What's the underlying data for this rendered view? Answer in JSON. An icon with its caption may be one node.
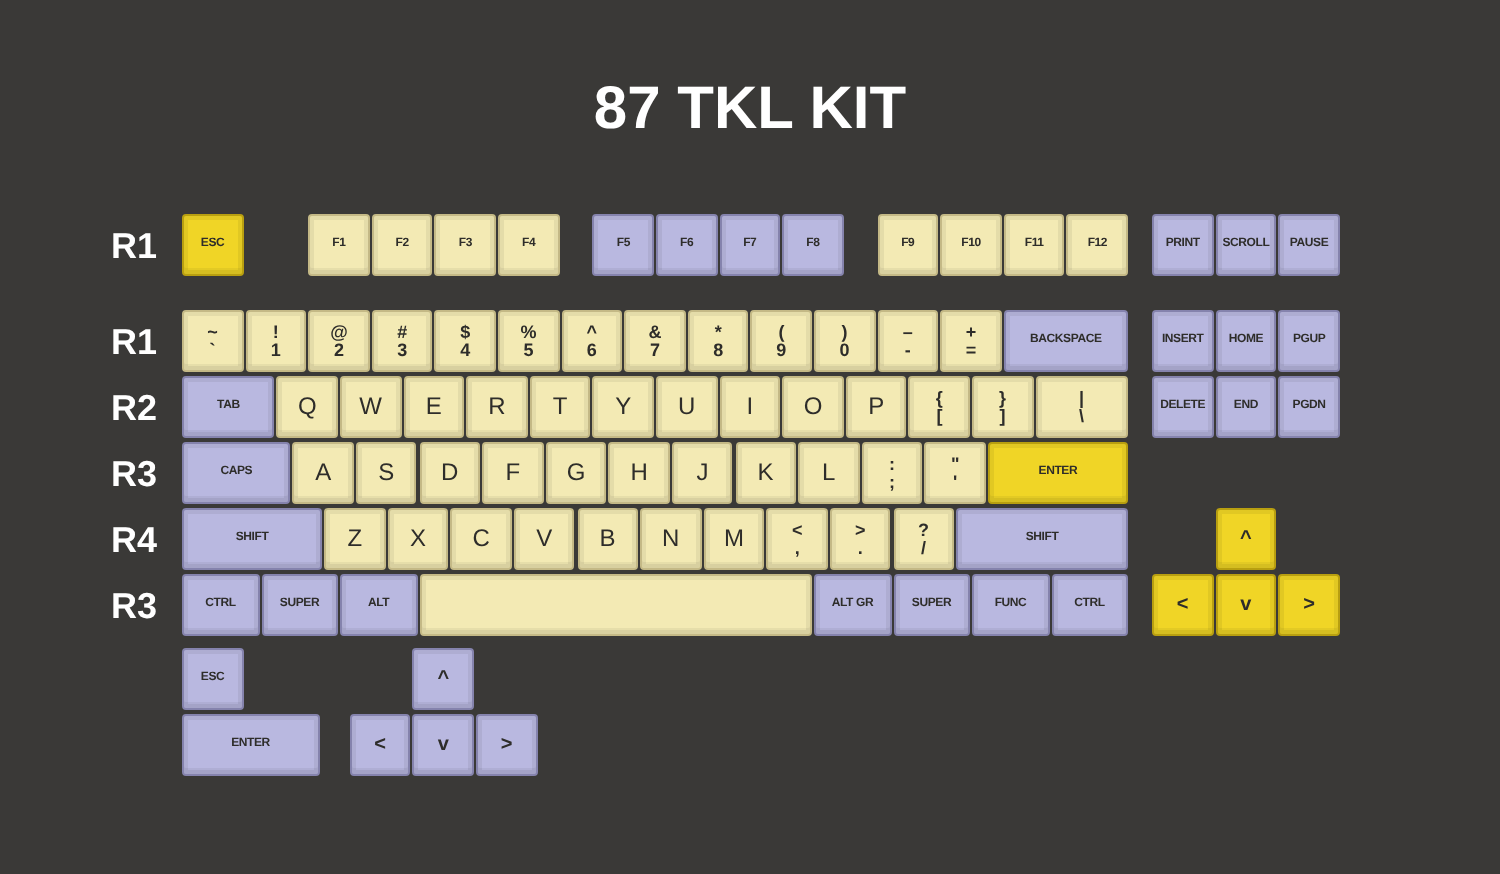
{
  "diagram": {
    "title": "87 TKL KIT",
    "nodes": [
      {
        "text": [
          "ESC"
        ]
      },
      {
        "text": [
          "F1"
        ]
      },
      {
        "text": [
          "F2"
        ]
      },
      {
        "text": [
          "F3"
        ]
      },
      {
        "text": [
          "F4"
        ]
      },
      {
        "text": [
          "F5"
        ]
      },
      {
        "text": [
          "F6"
        ]
      },
      {
        "text": [
          "F7"
        ]
      },
      {
        "text": [
          "F8"
        ]
      },
      {
        "text": [
          "F9"
        ]
      },
      {
        "text": [
          "F10"
        ]
      },
      {
        "text": [
          "F11"
        ]
      },
      {
        "text": [
          "F12"
        ]
      },
      {
        "text": [
          "PRINT"
        ]
      },
      {
        "text": [
          "SCROLL"
        ]
      },
      {
        "text": [
          "PAUSE"
        ]
      },
      {
        "text": [
          "~",
          "`"
        ]
      },
      {
        "text": [
          "!",
          "1"
        ]
      },
      {
        "text": [
          "@",
          "2"
        ]
      },
      {
        "text": [
          "#",
          "3"
        ]
      },
      {
        "text": [
          "$",
          "4"
        ]
      },
      {
        "text": [
          "%",
          "5"
        ]
      },
      {
        "text": [
          "^",
          "6"
        ]
      },
      {
        "text": [
          "&",
          "7"
        ]
      },
      {
        "text": [
          "*",
          "8"
        ]
      },
      {
        "text": [
          "(",
          "9"
        ]
      },
      {
        "text": [
          ")",
          "0"
        ]
      },
      {
        "text": [
          "–",
          "-"
        ]
      },
      {
        "text": [
          "+",
          "="
        ]
      },
      {
        "text": [
          "BACKSPACE"
        ]
      },
      {
        "text": [
          "INSERT"
        ]
      },
      {
        "text": [
          "HOME"
        ]
      },
      {
        "text": [
          "PGUP"
        ]
      },
      {
        "text": [
          "TAB"
        ]
      },
      {
        "text": [
          "Q"
        ]
      },
      {
        "text": [
          "W"
        ]
      },
      {
        "text": [
          "E"
        ]
      },
      {
        "text": [
          "R"
        ]
      },
      {
        "text": [
          "T"
        ]
      },
      {
        "text": [
          "Y"
        ]
      },
      {
        "text": [
          "U"
        ]
      },
      {
        "text": [
          "I"
        ]
      },
      {
        "text": [
          "O"
        ]
      },
      {
        "text": [
          "P"
        ]
      },
      {
        "text": [
          "{",
          "["
        ]
      },
      {
        "text": [
          "}",
          "]"
        ]
      },
      {
        "text": [
          "|",
          "\\"
        ]
      },
      {
        "text": [
          "DELETE"
        ]
      },
      {
        "text": [
          "END"
        ]
      },
      {
        "text": [
          "PGDN"
        ]
      },
      {
        "text": [
          "CAPS"
        ]
      },
      {
        "text": [
          "A"
        ]
      },
      {
        "text": [
          "S"
        ]
      },
      {
        "text": [
          "D"
        ]
      },
      {
        "text": [
          "F"
        ]
      },
      {
        "text": [
          "G"
        ]
      },
      {
        "text": [
          "H"
        ]
      },
      {
        "text": [
          "J"
        ]
      },
      {
        "text": [
          "K"
        ]
      },
      {
        "text": [
          "L"
        ]
      },
      {
        "text": [
          ":",
          ";"
        ]
      },
      {
        "text": [
          "\"",
          "'"
        ]
      },
      {
        "text": [
          "ENTER"
        ]
      },
      {
        "text": [
          "SHIFT"
        ]
      },
      {
        "text": [
          "Z"
        ]
      },
      {
        "text": [
          "X"
        ]
      },
      {
        "text": [
          "C"
        ]
      },
      {
        "text": [
          "V"
        ]
      },
      {
        "text": [
          "B"
        ]
      },
      {
        "text": [
          "N"
        ]
      },
      {
        "text": [
          "M"
        ]
      },
      {
        "text": [
          "<",
          ","
        ]
      },
      {
        "text": [
          ">",
          "."
        ]
      },
      {
        "text": [
          "?",
          "/"
        ]
      },
      {
        "text": [
          "SHIFT"
        ]
      },
      {
        "text": [
          "^"
        ]
      },
      {
        "text": [
          "CTRL"
        ]
      },
      {
        "text": [
          "SUPER"
        ]
      },
      {
        "text": [
          "ALT"
        ]
      },
      {
        "text": [],
        "shape": "box"
      },
      {
        "text": [
          "ALT GR"
        ]
      },
      {
        "text": [
          "SUPER"
        ]
      },
      {
        "text": [
          "FUNC"
        ]
      },
      {
        "text": [
          "CTRL"
        ]
      },
      {
        "text": [
          "<"
        ]
      },
      {
        "text": [
          "v"
        ]
      },
      {
        "text": [
          ">"
        ]
      },
      {
        "text": [
          "ESC"
        ]
      },
      {
        "text": [
          "^"
        ]
      },
      {
        "text": [
          "ENTER"
        ]
      },
      {
        "text": [
          "<"
        ]
      },
      {
        "text": [
          "v"
        ]
      },
      {
        "text": [
          ">"
        ]
      }
    ],
    "labels": [
      "R1",
      "R1",
      "R2",
      "R3",
      "R4",
      "R3"
    ]
  }
}
